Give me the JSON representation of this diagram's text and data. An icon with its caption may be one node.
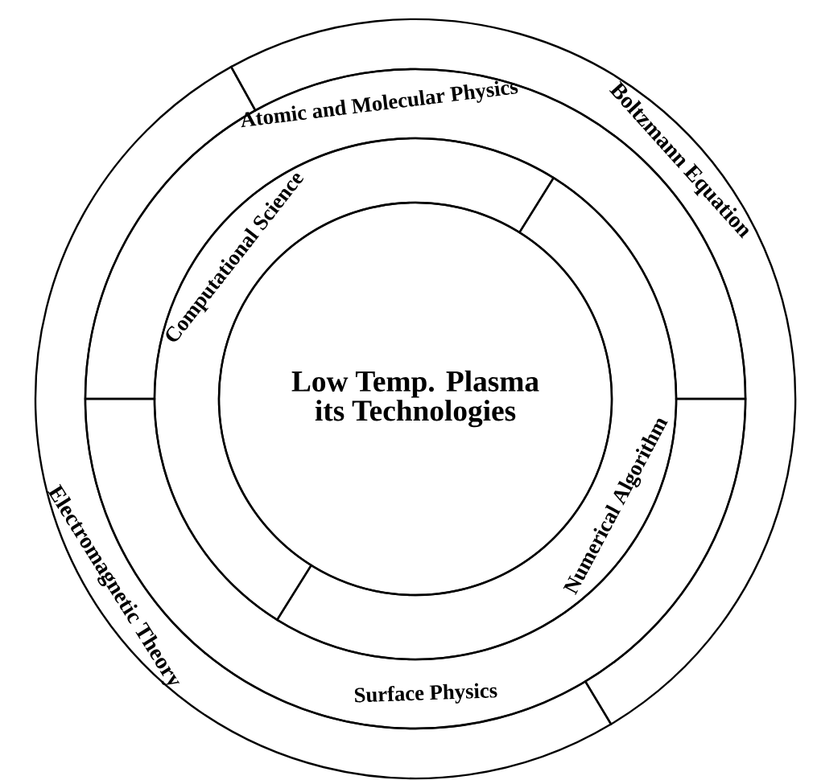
{
  "diagram": {
    "nodes": [
      {
        "text": [
          "Boltzmann Equation"
        ]
      },
      {
        "text": [
          "Atomic and Molecular Physics"
        ]
      },
      {
        "text": [
          "Computational Science"
        ]
      },
      {
        "text": [
          "Low Temp. Plasma its Technologies"
        ]
      },
      {
        "text": [
          "Numerical Algorithm"
        ]
      },
      {
        "text": [
          "Electromagnetic Theory"
        ]
      },
      {
        "text": [
          "Surface Physics"
        ]
      }
    ]
  }
}
